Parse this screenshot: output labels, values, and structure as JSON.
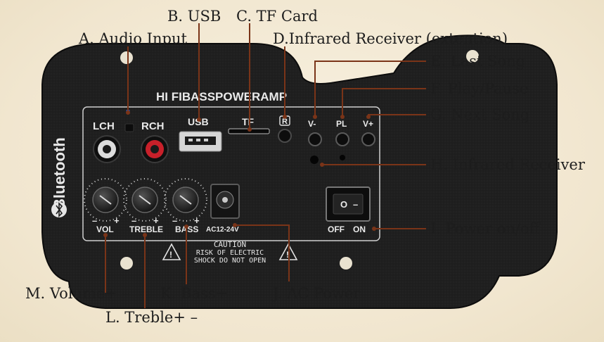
{
  "panel": {
    "brand_text": "HI FIBASSPOWERAMP",
    "side_text": "Bluetooth",
    "lch": "LCH",
    "rch": "RCH",
    "usb": "USB",
    "tf": "TF",
    "ir_port": "R",
    "v_minus": "V-",
    "pl": "PL",
    "v_plus": "V+",
    "vol": "VOL",
    "treble": "TREBLE",
    "bass": "BASS",
    "dc_label": "AC12-24V",
    "off": "OFF",
    "on": "ON",
    "switch_off_glyph": "O",
    "switch_on_glyph": "–",
    "caution": [
      "CAUTION",
      "RISK OF ELECTRIC",
      "SHOCK DO NOT OPEN"
    ],
    "minus": "–",
    "plus": "+",
    "warn_glyph": "!"
  },
  "callouts": [
    {
      "id": "A",
      "text": "A. Audio Input"
    },
    {
      "id": "B",
      "text": "B. USB"
    },
    {
      "id": "C",
      "text": "C. TF Card"
    },
    {
      "id": "D",
      "text": "D.Infrared Receiver (extention)"
    },
    {
      "id": "E",
      "text": "E. Last Song"
    },
    {
      "id": "F",
      "text": "F. Play/Pause"
    },
    {
      "id": "G",
      "text": "G. Next Song"
    },
    {
      "id": "H",
      "text": "H. Infrared Receiver"
    },
    {
      "id": "I",
      "text": "I. Power on/off"
    },
    {
      "id": "J",
      "text": "J. AC Power"
    },
    {
      "id": "K",
      "text": "K. Bass+ –"
    },
    {
      "id": "L",
      "text": "L. Treble+ –"
    },
    {
      "id": "M",
      "text": "M. Volume+ –"
    }
  ],
  "colors": {
    "background": "#f3ead6",
    "panel": "#1e1e1e",
    "leader": "#7a3418",
    "rca_left": "#dcdcdc",
    "rca_right": "#c8202a"
  }
}
